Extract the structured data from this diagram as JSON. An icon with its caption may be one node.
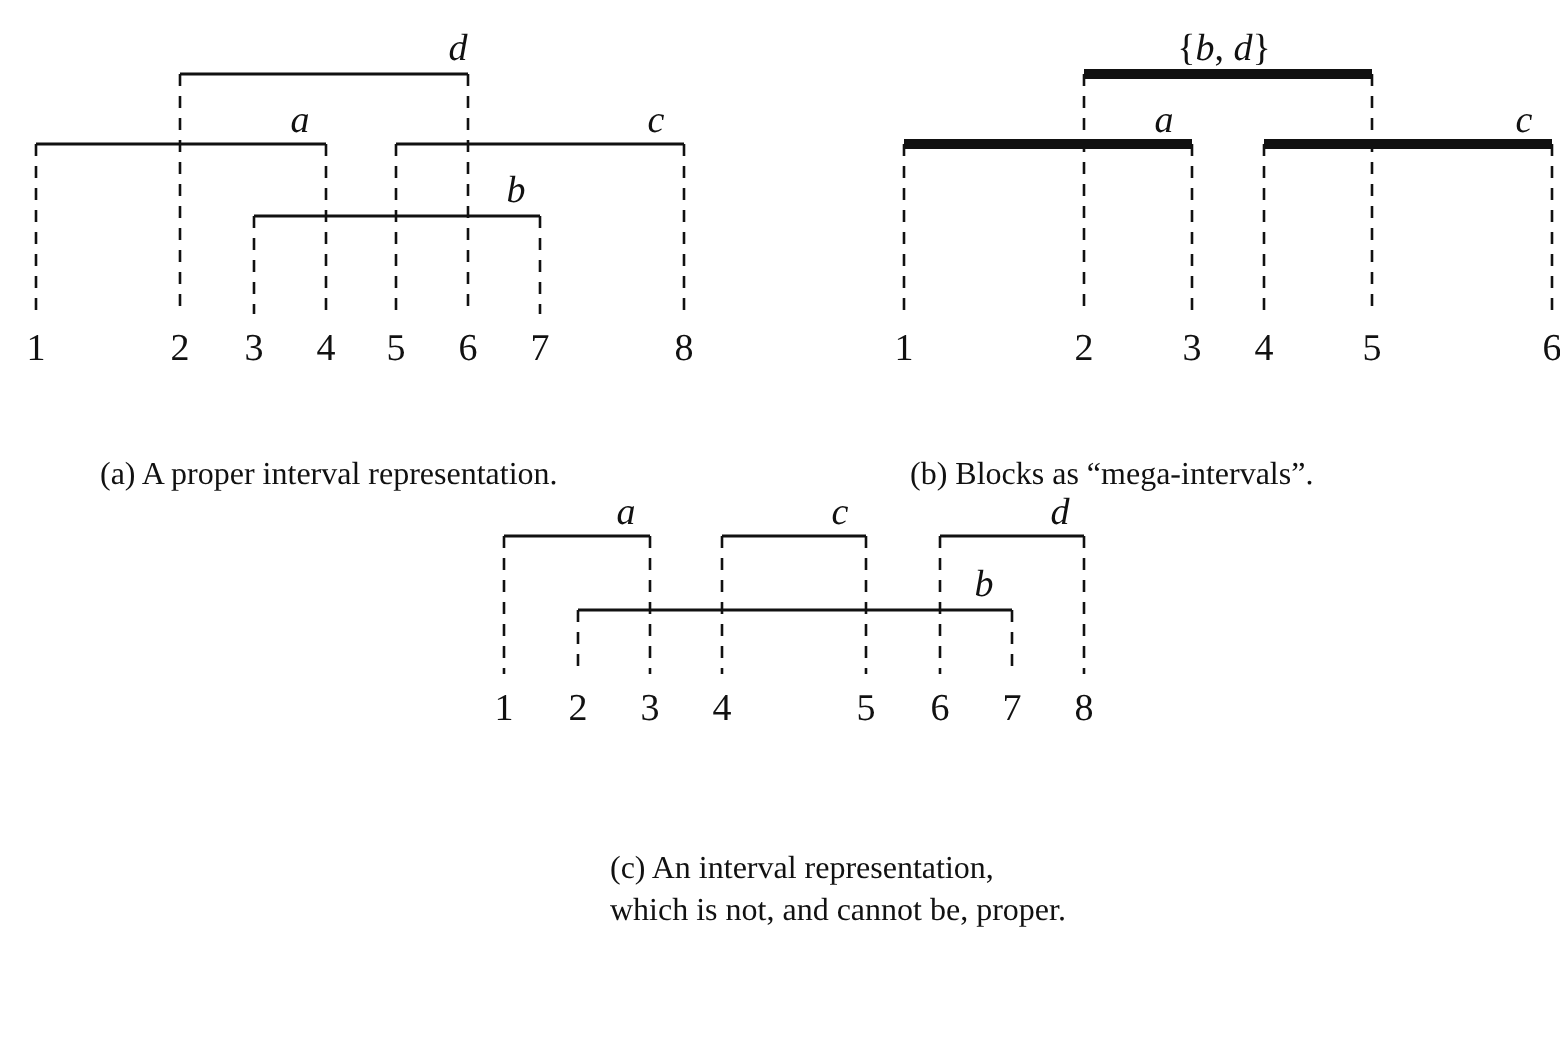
{
  "diagram": {
    "labels": [
      "d",
      "a",
      "c",
      "b",
      "1",
      "2",
      "3",
      "4",
      "5",
      "6",
      "7",
      "8",
      "{*b*, *d*}",
      "a",
      "c",
      "1",
      "2",
      "3",
      "4",
      "5",
      "6",
      "(a) A proper interval representation.",
      "(b) Blocks as “mega-intervals”.",
      "a",
      "c",
      "d",
      "b",
      "1",
      "2",
      "3",
      "4",
      "5",
      "6",
      "7",
      "8",
      "(c) An interval representation, which is not, and cannot be, proper."
    ]
  }
}
